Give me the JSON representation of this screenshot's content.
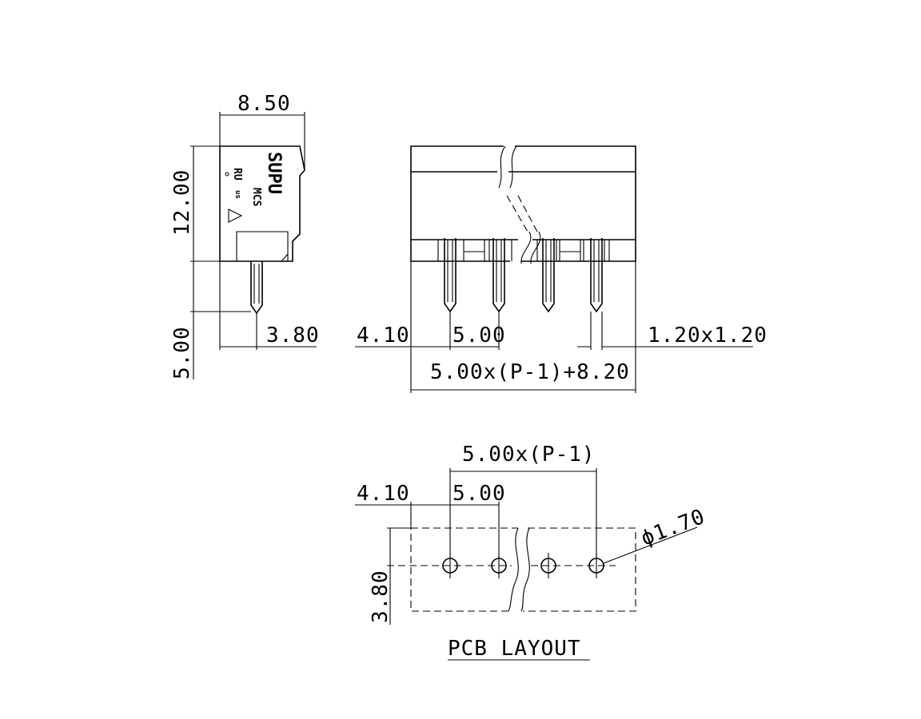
{
  "side_view": {
    "width_label": "8.50",
    "height_label": "12.00",
    "pin_length_label": "5.00",
    "pin_offset_label": "3.80",
    "brand_text": "SUPU",
    "model_text": "MCS",
    "cert_text": "RU",
    "cert_sub": "us"
  },
  "front_view": {
    "edge_label": "4.10",
    "pitch_label": "5.00",
    "pin_size_label": "1.20x1.20",
    "overall_label": "5.00x(P-1)+8.20"
  },
  "pcb_layout": {
    "span_label": "5.00x(P-1)",
    "edge_label": "4.10",
    "pitch_label": "5.00",
    "hole_label": "ϕ1.70",
    "row_label": "3.80",
    "title": "PCB LAYOUT"
  }
}
